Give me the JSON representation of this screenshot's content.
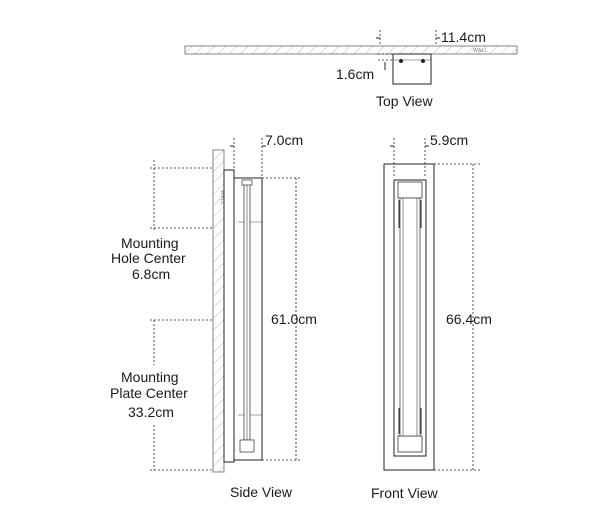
{
  "top_view": {
    "label": "Top View",
    "width_dim": "11.4cm",
    "depth_dim": "1.6cm",
    "wall_label": "WALL"
  },
  "side_view": {
    "label": "Side View",
    "depth_dim": "7.0cm",
    "height_dim": "61.0cm",
    "wall_label": "WALL",
    "mounting_hole": {
      "line1": "Mounting",
      "line2": "Hole Center",
      "value": "6.8cm"
    },
    "mounting_plate": {
      "line1": "Mounting",
      "line2": "Plate Center",
      "value": "33.2cm"
    }
  },
  "front_view": {
    "label": "Front View",
    "width_dim": "5.9cm",
    "height_dim": "66.4cm"
  }
}
